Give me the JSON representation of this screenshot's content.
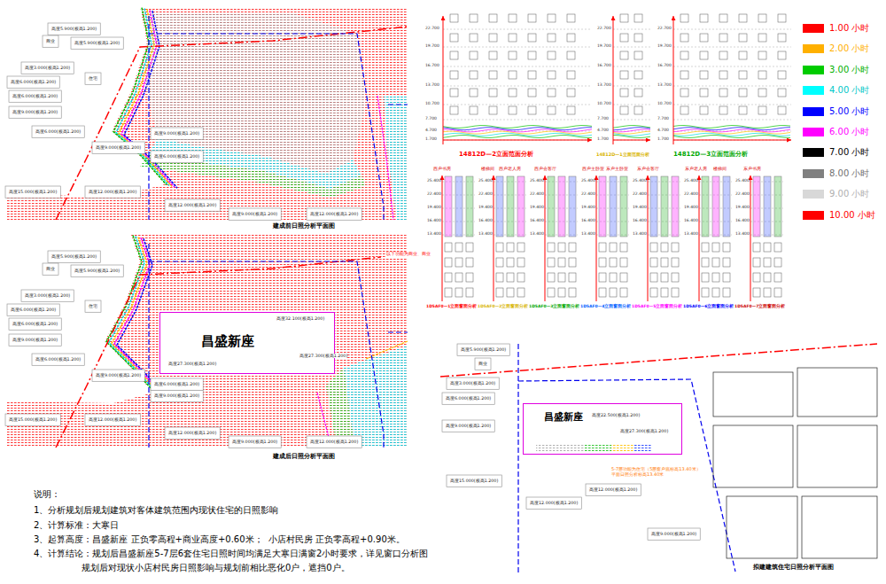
{
  "diagram": {
    "nodes": [
      {
        "text": [
          "建成前日照分析平面图"
        ]
      },
      {
        "text": [
          "建成后日照分析平面图"
        ]
      },
      {
        "text": [
          "昌盛新座"
        ],
        "in": 1
      },
      {
        "text": [
          "14812D—2立面范面分析"
        ]
      },
      {
        "text": [
          "14812D—1立面范面分析"
        ]
      },
      {
        "text": [
          "14812D—3立面范面分析"
        ]
      },
      {
        "text": [
          "1D5AF0—1立面窗面分析"
        ]
      },
      {
        "text": [
          "1D5AF0—2立面窗面分析"
        ]
      },
      {
        "text": [
          "1D5AF0—3立面窗面分析"
        ]
      },
      {
        "text": [
          "1D5AF0—4立面窗面分析"
        ]
      },
      {
        "text": [
          "1D5AF0—5立面窗面分析"
        ]
      },
      {
        "text": [
          "1D5AF0—6立面窗面分析"
        ]
      },
      {
        "text": [
          "1D5AF0—7立面窗面分析"
        ]
      },
      {
        "text": [
          "拟建建筑住宅日照分析平面图"
        ]
      },
      {
        "text": [
          "昌盛新座"
        ],
        "in": 13
      }
    ],
    "labels": [
      "说明：",
      "1、分析规划后规划建筑对客体建筑范围内现状住宅的日照影响",
      "2、计算标准：大寒日",
      "3、起算高度：昌盛新座 正负零高程+商业高度+0.60米；  小店村民房 正负零高程+0.90米。",
      "4、计算结论：规划后昌盛新座5-7层6套住宅日照时间均满足大寒日满窗2小时要求，详见窗口分析图",
      "规划后对现状小店村民房日照影响与规划前相比恶化0户，遮挡0户。",
      "22.700",
      "19.700",
      "16.700",
      "13.700",
      "10.700",
      "7.700",
      "4.700",
      "1.700",
      "22.700",
      "19.700",
      "16.700",
      "13.700",
      "10.700",
      "7.700",
      "4.700",
      "1.700",
      "22.700",
      "19.700",
      "16.700",
      "13.700",
      "10.700",
      "7.700",
      "4.700",
      "1.700",
      "西户书房",
      "楼梯间",
      "西户老人房",
      "西户会客厅",
      "西户主卧室",
      "东户主卧室",
      "东户会客厅",
      "东户老人房",
      "楼梯间",
      "东户书房",
      "25.400",
      "22.400",
      "19.400",
      "16.400",
      "13.400",
      "25.400",
      "22.400",
      "19.400",
      "16.400",
      "13.400",
      "25.400",
      "22.400",
      "19.400",
      "16.400",
      "13.400",
      "25.400",
      "22.400",
      "19.400",
      "16.400",
      "13.400",
      "25.400",
      "22.400",
      "19.400",
      "16.400",
      "13.400",
      "25.400",
      "22.400",
      "19.400",
      "16.400",
      "13.400",
      "25.400",
      "22.400",
      "19.400",
      "16.400",
      "13.400",
      "高度5.900(板高1.200)",
      "高度5.900(板高1.200)",
      "商业",
      "高度3.000(板高1.200)",
      "住宅",
      "高度6.000(板高1.200)",
      "高度6.000(板高1.200)",
      "高度9.000(板高1.200)",
      "高度6.000(板高1.200)",
      "高度9.000(板高1.200)",
      "高度9.000(板高1.200)",
      "高度6.000(板高1.200)",
      "高度15.000(板高1.200)",
      "高度12.000(板高1.200)",
      "高度12.000(板高1.200)",
      "高度9.000(板高1.200)",
      "高度12.000(板高1.200)",
      "高度5.900(板高1.200)",
      "高度5.900(板高1.200)",
      "商业",
      "高度3.000(板高1.200)",
      "住宅",
      "高度6.000(板高1.200)",
      "高度6.000(板高1.200)",
      "高度9.000(板高1.200)",
      "高度6.000(板高1.200)",
      "高度9.000(板高1.200)",
      "高度9.000(板高1.200)",
      "高度6.000(板高1.200)",
      "高度15.000(板高1.200)",
      "高度12.000(板高1.200)",
      "高度12.000(板高1.200)",
      "高度9.000(板高1.200)",
      "高度12.000(板高1.200)",
      "高度32.100(板高1.200)",
      "高度27.300(板高1.200)",
      "高度27.300(板高1.200)",
      "以下功能为商业、商业",
      "高度5.900(板高1.200)",
      "高度3.000(板高1.200)",
      "商业",
      "高度6.000(板高1.200)",
      "高度9.000(板高1.200)",
      "高度15.000(板高1.200)",
      "高度12.000(板高1.200)",
      "高度12.000(板高1.200)",
      "高度9.000(板高1.200)",
      "高度22.500(板高1.200)",
      "高度27.300(板高1.200)",
      "5-7层功能为住宅（5层窗户底标高13.40米）平面日照分析标高13.40米"
    ],
    "legend": [
      {
        "text": "1.00 小时",
        "color": "#ff0000"
      },
      {
        "text": "2.00 小时",
        "color": "#ffb000"
      },
      {
        "text": "3.00 小时",
        "color": "#00cc00"
      },
      {
        "text": "4.00 小时",
        "color": "#00ffff"
      },
      {
        "text": "5.00 小时",
        "color": "#0000ff"
      },
      {
        "text": "6.00 小时",
        "color": "#ff00ff"
      },
      {
        "text": "7.00 小时",
        "color": "#000000"
      },
      {
        "text": "8.00 小时",
        "color": "#808080"
      },
      {
        "text": "9.00 小时",
        "color": "#d8d8d8"
      },
      {
        "text": "10.00 小时",
        "color": "#ff0000"
      }
    ]
  }
}
